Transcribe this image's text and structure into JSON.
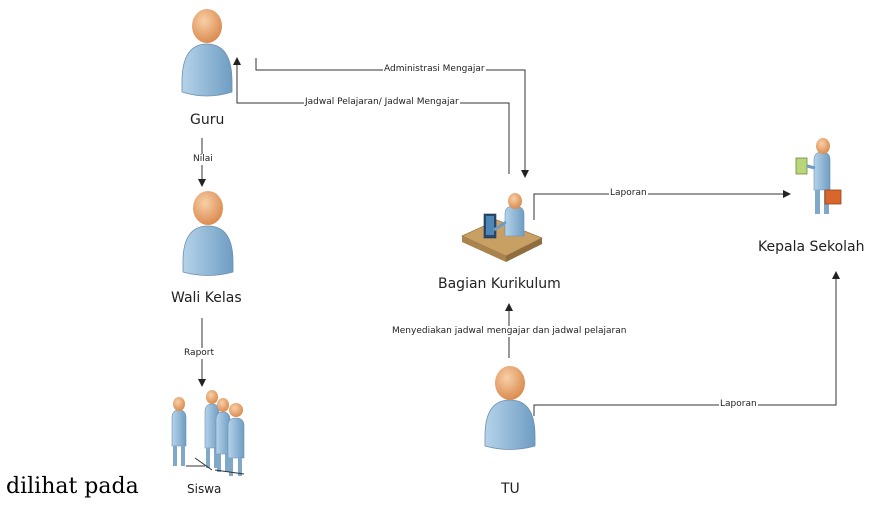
{
  "caption": "dilihat pada",
  "nodes": {
    "guru": "Guru",
    "wali_kelas": "Wali Kelas",
    "siswa": "Siswa",
    "bagian_kurikulum": "Bagian Kurikulum",
    "kepala_sekolah": "Kepala Sekolah",
    "tu": "TU"
  },
  "edges": {
    "administrasi": "Administrasi Mengajar",
    "jadwal": "Jadwal Pelajaran/ Jadwal Mengajar",
    "nilai": "Nilai",
    "raport": "Raport",
    "laporan_kurikulum": "Laporan",
    "menyediakan": "Menyediakan jadwal mengajar dan jadwal pelajaran",
    "laporan_tu": "Laporan"
  },
  "colors": {
    "skin": "#e9a56a",
    "body": "#8fb7d6",
    "line": "#333333",
    "desk": "#c8a064",
    "briefcase": "#d9662b"
  }
}
